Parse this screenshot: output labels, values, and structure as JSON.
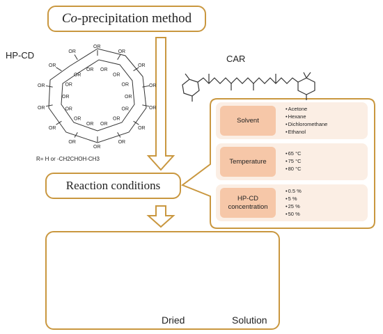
{
  "title": {
    "prefix": "Co",
    "rest": "-precipitation method"
  },
  "hpcd": {
    "label": "HP-CD",
    "r_group": "R= H or -CH2CHOH-CH3",
    "substituent": "OR"
  },
  "car": {
    "label": "CAR"
  },
  "reaction": {
    "label": "Reaction conditions"
  },
  "conditions": [
    {
      "name": "Solvent",
      "items": [
        "Acetone",
        "Hexane",
        "Dichloromethane",
        "Ethanol"
      ]
    },
    {
      "name": "Temperature",
      "items": [
        "65 °C",
        "75 °C",
        "80 °C"
      ]
    },
    {
      "name": "HP-CD concentration",
      "items": [
        "0.5 %",
        "5 %",
        "25 %",
        "50 %"
      ]
    }
  ],
  "products": {
    "dried": "Dried",
    "solution": "Solution"
  },
  "colors": {
    "box_border": "#c9973f",
    "panel_bg": "#fbeee4",
    "label_bg": "#f6c7a8",
    "carotenoid": "#e8661f"
  }
}
